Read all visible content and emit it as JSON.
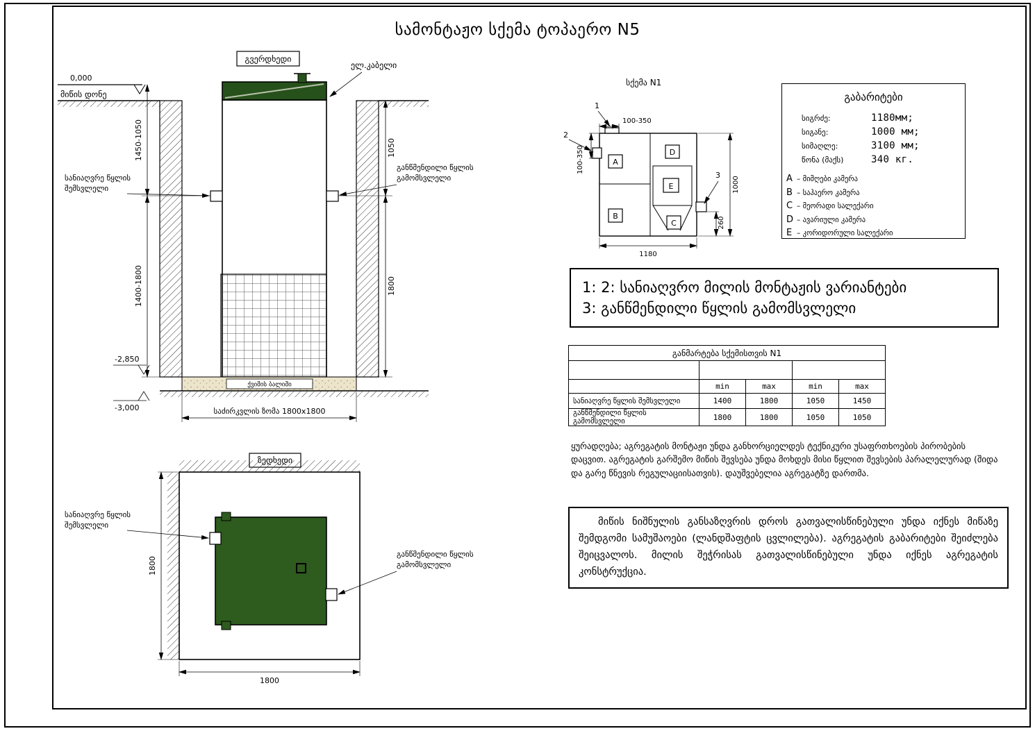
{
  "title": "სამონტაჟო სქემა ტოპაერო N5",
  "colors": {
    "tank_green": "#2e5b1e",
    "lid_green": "#27511a"
  },
  "side_view": {
    "caption": "გვერდხედი",
    "cable_label": "ელ.კაბელი",
    "zero_level": "0,000",
    "ground_level": "მიწის დონე",
    "inlet_line1": "სანიაღვრე წყლის",
    "inlet_line2": "შემსვლელი",
    "outlet_line1": "განწმენდილი წყლის",
    "outlet_line2": "გამომსვლელი",
    "dim_left_top": "1450-1050",
    "dim_left_bottom": "1400-1800",
    "dim_right_top": "1050",
    "dim_right_bottom": "1800",
    "level_minus_2850": "-2,850",
    "level_minus_3000": "-3,000",
    "sand_label": "ქვიშის ბალიში",
    "foundation_label": "საძირკვლის ზომა 1800x1800"
  },
  "top_view": {
    "caption": "ზედხედი",
    "inlet_line1": "სანიაღვრე წყლის",
    "inlet_line2": "შემსვლელი",
    "outlet_line1": "განწმენდილი წყლის",
    "outlet_line2": "გამომსვლელი",
    "dim_left": "1800",
    "dim_bottom": "1800"
  },
  "scheme": {
    "caption": "სქემა N1",
    "marker_1": "1",
    "marker_2": "2",
    "marker_3": "3",
    "dim_top": "100-350",
    "dim_left": "100-350",
    "dim_bottom": "1180",
    "dim_right": "1000",
    "dim_outlet": "260",
    "compartments": [
      "A",
      "B",
      "C",
      "D",
      "E"
    ]
  },
  "specs": {
    "title": "გაბარიტები",
    "rows": [
      {
        "label": "სიგრძე:",
        "value": "1180мм;"
      },
      {
        "label": "სიგანე:",
        "value": "1000 мм;"
      },
      {
        "label": "სიმაღლე:",
        "value": "3100 мм;"
      },
      {
        "label": "წონა (მაქს)",
        "value": "340 кг."
      }
    ],
    "legend": [
      {
        "key": "A",
        "text": "–  მიმღები კამერა"
      },
      {
        "key": "B",
        "text": "–  საჰაერო კამერა"
      },
      {
        "key": "C",
        "text": "–  მეორადი სალექარი"
      },
      {
        "key": "D",
        "text": "–  ავარიული კამერა"
      },
      {
        "key": "E",
        "text": "–  კორიდორული სალექარი"
      }
    ]
  },
  "variants_note": {
    "line1": "1: 2: სანიაღვრო მილის მონტაჟის ვარიანტები",
    "line2": "3: განწმენდილი წყლის გამომსვლელი"
  },
  "table": {
    "title": "განმარტება სქემისთვის N1",
    "col_headers": [
      "min",
      "max",
      "min",
      "max"
    ],
    "rows": [
      {
        "label": "სანიაღვრე წყლის შემსვლელი",
        "values": [
          "1400",
          "1800",
          "1050",
          "1450"
        ]
      },
      {
        "label": "განწმენდილი წყლის გამომსვლელი",
        "values": [
          "1800",
          "1800",
          "1050",
          "1050"
        ]
      }
    ]
  },
  "note1": "ყურადღება; აგრეგატის მონტაჟი უნდა განხორციელდეს ტექნიკური უსაფრთხოების პირობების დაცვით. აგრეგატის გარშემო მიწის შევსება უნდა მოხდეს მისი წყლით შევსების პარალელურად (შიდა და გარე წნევის რეგულაციისათვის). დაუშვებელია აგრეგატზე დართმა.",
  "note2": "მიწის ნიშნულის განსაზღვრის დროს გათვალისწინებული უნდა იქნეს მიწაზე შემდგომი სამუშაოები (ლანდშაფტის ცვლილება). აგრეგატის გაბარიტები შეიძლება შეიცვალოს. მილის შეჭრისას გათვალისწინებული უნდა იქნეს აგრეგატის  კონსტრუქცია."
}
